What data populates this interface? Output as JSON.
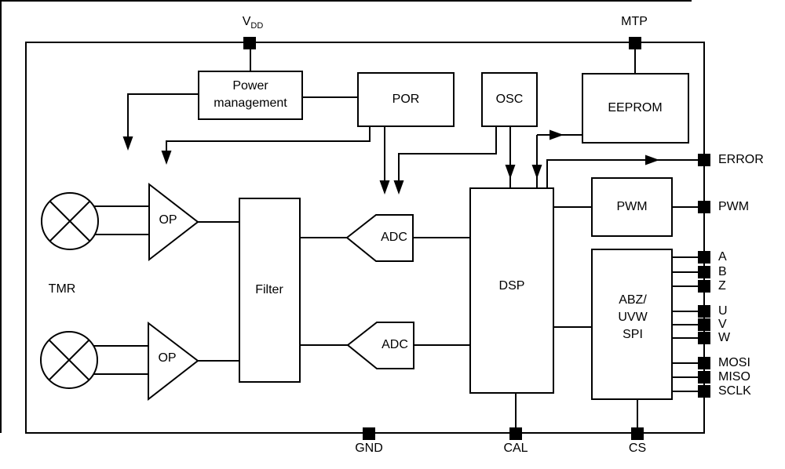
{
  "chip": {
    "sensor_label": "TMR",
    "blocks": {
      "power_management": {
        "line1": "Power",
        "line2": "management"
      },
      "por": {
        "label": "POR"
      },
      "osc": {
        "label": "OSC"
      },
      "eeprom": {
        "label": "EEPROM"
      },
      "pwm": {
        "label": "PWM"
      },
      "dsp": {
        "label": "DSP"
      },
      "filter": {
        "label": "Filter"
      },
      "adc1": {
        "label": "ADC"
      },
      "adc2": {
        "label": "ADC"
      },
      "op1": {
        "label": "OP"
      },
      "op2": {
        "label": "OP"
      },
      "interface": {
        "line1": "ABZ/",
        "line2": "UVW",
        "line3": "SPI"
      }
    },
    "pins": {
      "top": [
        {
          "name": "vdd",
          "base": "V",
          "sub": "DD"
        },
        {
          "name": "mtp",
          "label": "MTP"
        }
      ],
      "right": [
        {
          "label": "ERROR"
        },
        {
          "label": "PWM"
        },
        {
          "label": "A"
        },
        {
          "label": "B"
        },
        {
          "label": "Z"
        },
        {
          "label": "U"
        },
        {
          "label": "V"
        },
        {
          "label": "W"
        },
        {
          "label": "MOSI"
        },
        {
          "label": "MISO"
        },
        {
          "label": "SCLK"
        }
      ],
      "bottom": [
        {
          "label": "GND"
        },
        {
          "label": "CAL"
        },
        {
          "label": "CS"
        }
      ]
    },
    "colors": {
      "line": "#000000",
      "background": "#ffffff"
    }
  }
}
